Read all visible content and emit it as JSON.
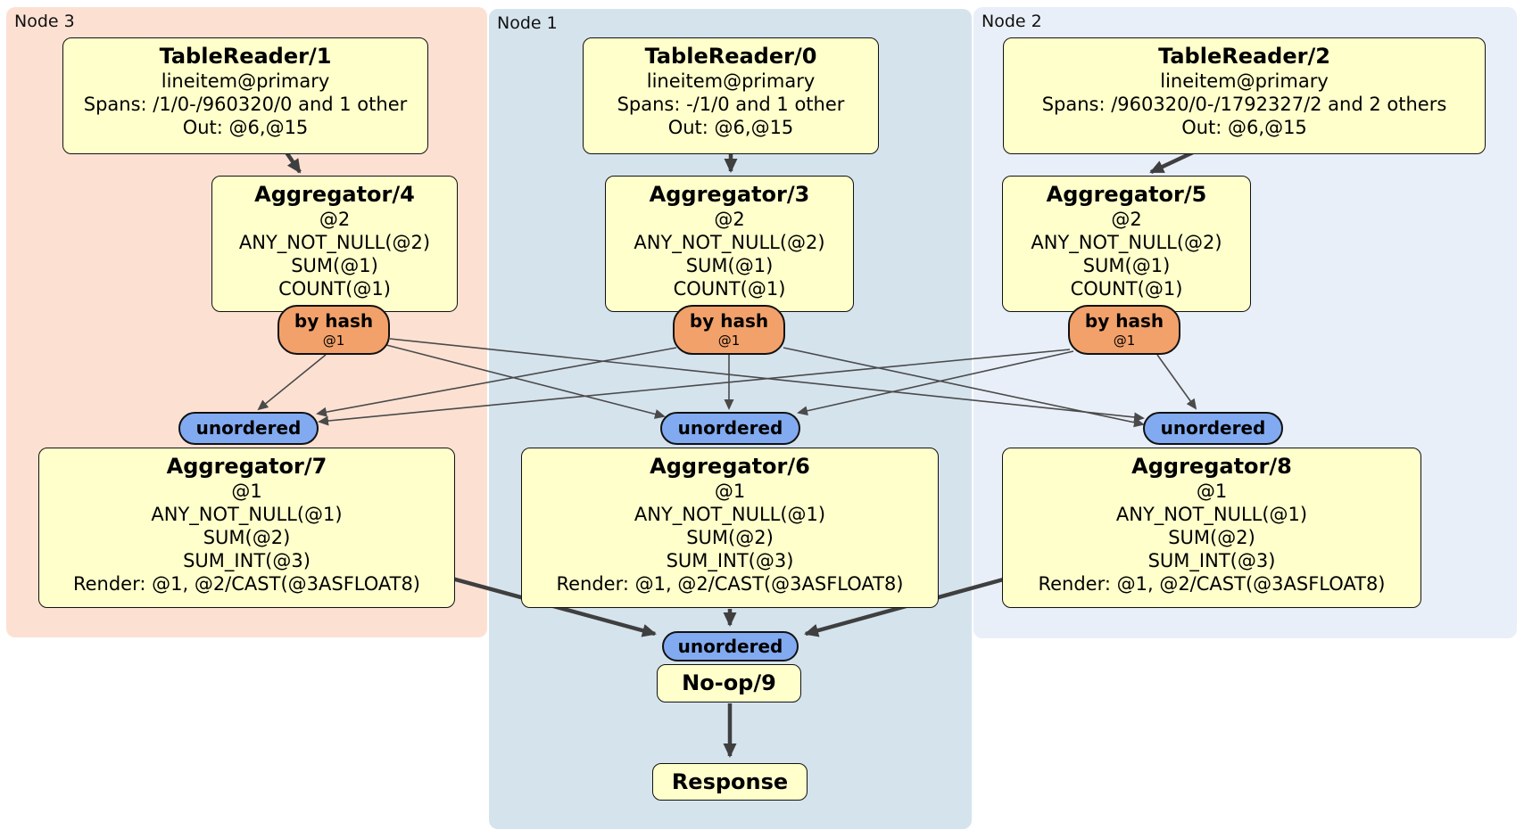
{
  "regions": {
    "node3": {
      "label": "Node 3"
    },
    "node1": {
      "label": "Node 1"
    },
    "node2": {
      "label": "Node 2"
    }
  },
  "processors": {
    "table_reader_1": {
      "title": "TableReader/1",
      "lines": [
        "lineitem@primary",
        "Spans: /1/0-/960320/0 and 1 other",
        "Out: @6,@15"
      ]
    },
    "table_reader_0": {
      "title": "TableReader/0",
      "lines": [
        "lineitem@primary",
        "Spans: -/1/0 and 1 other",
        "Out: @6,@15"
      ]
    },
    "table_reader_2": {
      "title": "TableReader/2",
      "lines": [
        "lineitem@primary",
        "Spans: /960320/0-/1792327/2 and 2 others",
        "Out: @6,@15"
      ]
    },
    "aggregator_4": {
      "title": "Aggregator/4",
      "lines": [
        "@2",
        "ANY_NOT_NULL(@2)",
        "SUM(@1)",
        "COUNT(@1)"
      ]
    },
    "aggregator_3": {
      "title": "Aggregator/3",
      "lines": [
        "@2",
        "ANY_NOT_NULL(@2)",
        "SUM(@1)",
        "COUNT(@1)"
      ]
    },
    "aggregator_5": {
      "title": "Aggregator/5",
      "lines": [
        "@2",
        "ANY_NOT_NULL(@2)",
        "SUM(@1)",
        "COUNT(@1)"
      ]
    },
    "aggregator_7": {
      "title": "Aggregator/7",
      "lines": [
        "@1",
        "ANY_NOT_NULL(@1)",
        "SUM(@2)",
        "SUM_INT(@3)",
        "Render: @1, @2/CAST(@3ASFLOAT8)"
      ]
    },
    "aggregator_6": {
      "title": "Aggregator/6",
      "lines": [
        "@1",
        "ANY_NOT_NULL(@1)",
        "SUM(@2)",
        "SUM_INT(@3)",
        "Render: @1, @2/CAST(@3ASFLOAT8)"
      ]
    },
    "aggregator_8": {
      "title": "Aggregator/8",
      "lines": [
        "@1",
        "ANY_NOT_NULL(@1)",
        "SUM(@2)",
        "SUM_INT(@3)",
        "Render: @1, @2/CAST(@3ASFLOAT8)"
      ]
    },
    "noop_9": {
      "title": "No-op/9"
    },
    "response": {
      "title": "Response"
    }
  },
  "routers": {
    "by_hash": {
      "label": "by hash",
      "detail": "@1"
    },
    "unordered": {
      "label": "unordered"
    }
  },
  "colors": {
    "node3_background": "#fce1d3",
    "node1_background": "#d5e3ed",
    "node2_background": "#e9eff8",
    "processor_background": "#ffffcc",
    "hash_router_background": "#f2a16b",
    "sync_background": "#82aaf0",
    "edge": "#3f3f3f"
  }
}
